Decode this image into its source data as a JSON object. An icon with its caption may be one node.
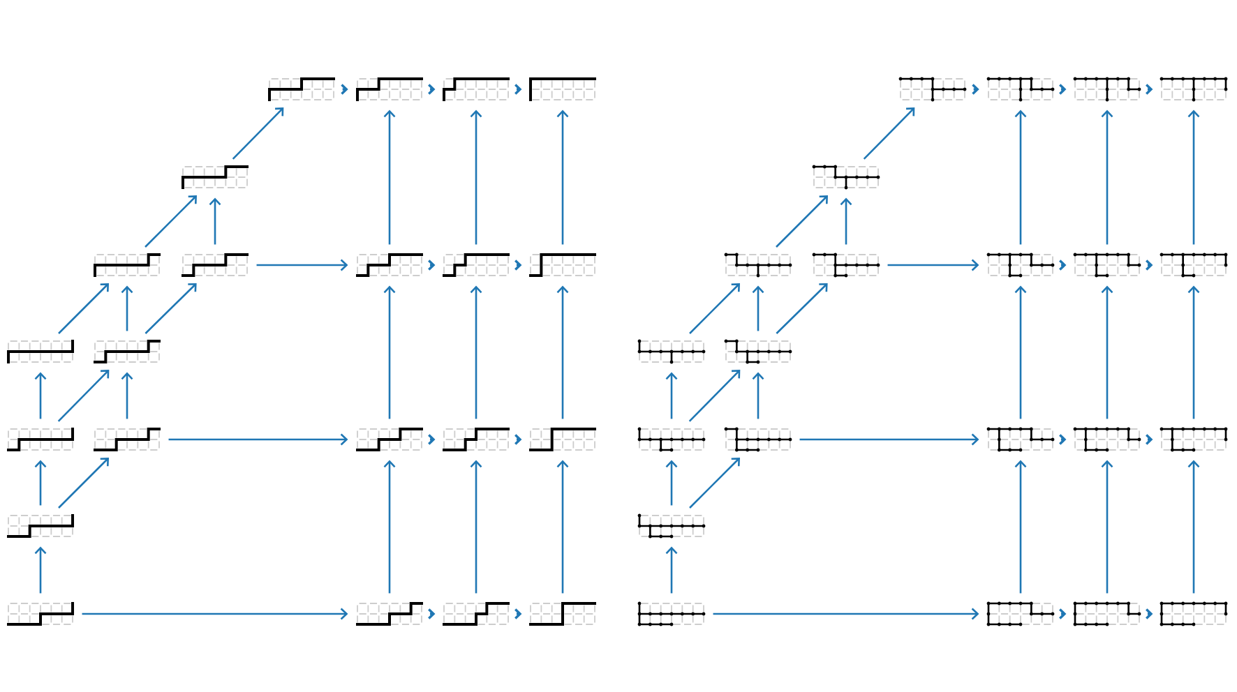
{
  "diagram": {
    "nodes": [
      {
        "text": [],
        "shape": "picture"
      },
      {
        "text": [],
        "shape": "picture"
      },
      {
        "text": [],
        "shape": "picture"
      },
      {
        "text": [],
        "shape": "picture"
      },
      {
        "text": [],
        "shape": "picture"
      },
      {
        "text": [],
        "shape": "picture"
      },
      {
        "text": [],
        "shape": "picture"
      },
      {
        "text": [],
        "shape": "picture"
      },
      {
        "text": [],
        "shape": "picture"
      },
      {
        "text": [],
        "shape": "picture"
      },
      {
        "text": [],
        "shape": "picture"
      },
      {
        "text": [],
        "shape": "picture"
      },
      {
        "text": [],
        "shape": "picture"
      },
      {
        "text": [],
        "shape": "picture"
      },
      {
        "text": [],
        "shape": "picture"
      },
      {
        "text": [],
        "shape": "picture"
      },
      {
        "text": [],
        "shape": "picture"
      },
      {
        "text": [],
        "shape": "picture"
      },
      {
        "text": [],
        "shape": "picture"
      },
      {
        "text": [],
        "shape": "picture"
      },
      {
        "text": [],
        "shape": "picture"
      },
      {
        "text": [],
        "shape": "picture"
      },
      {
        "text": [],
        "shape": "picture"
      },
      {
        "text": [],
        "shape": "picture"
      },
      {
        "text": [],
        "shape": "picture"
      },
      {
        "text": [],
        "shape": "picture"
      },
      {
        "text": [],
        "shape": "picture"
      },
      {
        "text": [],
        "shape": "picture"
      },
      {
        "text": [],
        "shape": "picture"
      },
      {
        "text": [],
        "shape": "picture"
      },
      {
        "text": [],
        "shape": "picture"
      },
      {
        "text": [],
        "shape": "picture"
      },
      {
        "text": [],
        "shape": "picture"
      },
      {
        "text": [],
        "shape": "picture"
      },
      {
        "text": [],
        "shape": "picture"
      },
      {
        "text": [],
        "shape": "picture"
      },
      {
        "text": [],
        "shape": "picture"
      },
      {
        "text": [],
        "shape": "picture"
      },
      {
        "text": [],
        "shape": "picture"
      },
      {
        "text": [],
        "shape": "picture"
      },
      {
        "text": [],
        "shape": "picture"
      },
      {
        "text": [],
        "shape": "picture"
      },
      {
        "text": [],
        "shape": "picture"
      },
      {
        "text": [],
        "shape": "picture"
      }
    ],
    "edges": [
      {
        "from": 18,
        "to": 17,
        "arrow": "to"
      },
      {
        "from": 18,
        "to": 19,
        "arrow": "to"
      },
      {
        "from": 19,
        "to": 20,
        "arrow": "to"
      },
      {
        "from": 20,
        "to": 21,
        "arrow": "to"
      },
      {
        "from": 17,
        "to": 12,
        "arrow": "to"
      },
      {
        "from": 17,
        "to": 13,
        "arrow": "to"
      },
      {
        "from": 12,
        "to": 10,
        "arrow": "to"
      },
      {
        "from": 12,
        "to": 11,
        "arrow": "to"
      },
      {
        "from": 13,
        "to": 11,
        "arrow": "to"
      },
      {
        "from": 13,
        "to": 14,
        "arrow": "to"
      },
      {
        "from": 14,
        "to": 15,
        "arrow": "to"
      },
      {
        "from": 15,
        "to": 16,
        "arrow": "to"
      },
      {
        "from": 19,
        "to": 14,
        "arrow": "to"
      },
      {
        "from": 20,
        "to": 15,
        "arrow": "to"
      },
      {
        "from": 21,
        "to": 16,
        "arrow": "to"
      },
      {
        "from": 10,
        "to": 5,
        "arrow": "to"
      },
      {
        "from": 11,
        "to": 5,
        "arrow": "to"
      },
      {
        "from": 11,
        "to": 6,
        "arrow": "to"
      },
      {
        "from": 5,
        "to": 4,
        "arrow": "to"
      },
      {
        "from": 6,
        "to": 4,
        "arrow": "to"
      },
      {
        "from": 6,
        "to": 7,
        "arrow": "to"
      },
      {
        "from": 7,
        "to": 8,
        "arrow": "to"
      },
      {
        "from": 8,
        "to": 9,
        "arrow": "to"
      },
      {
        "from": 14,
        "to": 7,
        "arrow": "to"
      },
      {
        "from": 15,
        "to": 8,
        "arrow": "to"
      },
      {
        "from": 16,
        "to": 9,
        "arrow": "to"
      },
      {
        "from": 4,
        "to": 0,
        "arrow": "to"
      },
      {
        "from": 7,
        "to": 1,
        "arrow": "to"
      },
      {
        "from": 8,
        "to": 2,
        "arrow": "to"
      },
      {
        "from": 9,
        "to": 3,
        "arrow": "to"
      },
      {
        "from": 0,
        "to": 1,
        "arrow": "to"
      },
      {
        "from": 1,
        "to": 2,
        "arrow": "to"
      },
      {
        "from": 2,
        "to": 3,
        "arrow": "to"
      },
      {
        "from": 40,
        "to": 39,
        "arrow": "to"
      },
      {
        "from": 40,
        "to": 41,
        "arrow": "to"
      },
      {
        "from": 41,
        "to": 42,
        "arrow": "to"
      },
      {
        "from": 42,
        "to": 43,
        "arrow": "to"
      },
      {
        "from": 39,
        "to": 34,
        "arrow": "to"
      },
      {
        "from": 39,
        "to": 35,
        "arrow": "to"
      },
      {
        "from": 34,
        "to": 32,
        "arrow": "to"
      },
      {
        "from": 34,
        "to": 33,
        "arrow": "to"
      },
      {
        "from": 35,
        "to": 33,
        "arrow": "to"
      },
      {
        "from": 35,
        "to": 36,
        "arrow": "to"
      },
      {
        "from": 36,
        "to": 37,
        "arrow": "to"
      },
      {
        "from": 37,
        "to": 38,
        "arrow": "to"
      },
      {
        "from": 41,
        "to": 36,
        "arrow": "to"
      },
      {
        "from": 42,
        "to": 37,
        "arrow": "to"
      },
      {
        "from": 43,
        "to": 38,
        "arrow": "to"
      },
      {
        "from": 32,
        "to": 27,
        "arrow": "to"
      },
      {
        "from": 33,
        "to": 27,
        "arrow": "to"
      },
      {
        "from": 33,
        "to": 28,
        "arrow": "to"
      },
      {
        "from": 27,
        "to": 26,
        "arrow": "to"
      },
      {
        "from": 28,
        "to": 26,
        "arrow": "to"
      },
      {
        "from": 28,
        "to": 29,
        "arrow": "to"
      },
      {
        "from": 29,
        "to": 30,
        "arrow": "to"
      },
      {
        "from": 30,
        "to": 31,
        "arrow": "to"
      },
      {
        "from": 36,
        "to": 29,
        "arrow": "to"
      },
      {
        "from": 37,
        "to": 30,
        "arrow": "to"
      },
      {
        "from": 38,
        "to": 31,
        "arrow": "to"
      },
      {
        "from": 26,
        "to": 22,
        "arrow": "to"
      },
      {
        "from": 29,
        "to": 23,
        "arrow": "to"
      },
      {
        "from": 30,
        "to": 24,
        "arrow": "to"
      },
      {
        "from": 31,
        "to": 25,
        "arrow": "to"
      },
      {
        "from": 22,
        "to": 23,
        "arrow": "to"
      },
      {
        "from": 23,
        "to": 24,
        "arrow": "to"
      },
      {
        "from": 24,
        "to": 25,
        "arrow": "to"
      }
    ]
  }
}
